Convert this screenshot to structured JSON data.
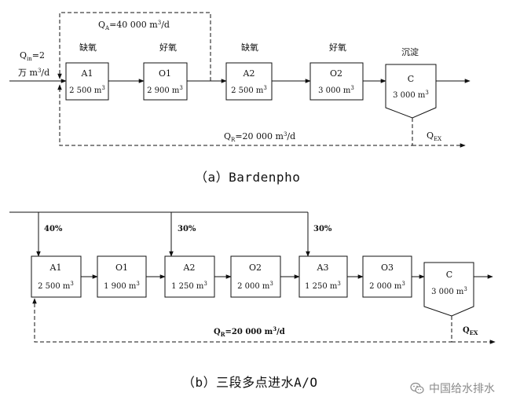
{
  "colors": {
    "line": "#111111",
    "watermark": "#8a8a8a"
  },
  "diagram_a": {
    "caption": "（a）Bardenpho",
    "inflow": {
      "q": "Q",
      "q_sub": "in",
      "value": "=2",
      "unit": "万 m",
      "unit_sup": "3",
      "unit_tail": "/d"
    },
    "internal_recycle": {
      "q": "Q",
      "q_sub": "A",
      "value": "=40 000 m",
      "sup": "3",
      "tail": "/d"
    },
    "sludge_return": {
      "q": "Q",
      "q_sub": "R",
      "value": "=20 000 m",
      "sup": "3",
      "tail": "/d"
    },
    "excess": {
      "q": "Q",
      "q_sub": "EX"
    },
    "zones": [
      "缺氧",
      "好氧",
      "缺氧",
      "好氧",
      "沉淀"
    ],
    "units": [
      {
        "name": "A1",
        "vol": "2 500 m",
        "sup": "3"
      },
      {
        "name": "O1",
        "vol": "2 900 m",
        "sup": "3"
      },
      {
        "name": "A2",
        "vol": "2 500 m",
        "sup": "3"
      },
      {
        "name": "O2",
        "vol": "3 000 m",
        "sup": "3"
      },
      {
        "name": "C",
        "vol": "3 000 m",
        "sup": "3"
      }
    ]
  },
  "diagram_b": {
    "caption": "（b）三段多点进水A/O",
    "splits": [
      "40%",
      "30%",
      "30%"
    ],
    "sludge_return": {
      "q": "Q",
      "q_sub": "R",
      "value": "=20 000 m",
      "sup": "3",
      "tail": "/d"
    },
    "excess": {
      "q": "Q",
      "q_sub": "EX"
    },
    "units": [
      {
        "name": "A1",
        "vol": "2 500 m",
        "sup": "3"
      },
      {
        "name": "O1",
        "vol": "1 900 m",
        "sup": "3"
      },
      {
        "name": "A2",
        "vol": "1 250 m",
        "sup": "3"
      },
      {
        "name": "O2",
        "vol": "2 000 m",
        "sup": "3"
      },
      {
        "name": "A3",
        "vol": "1 250 m",
        "sup": "3"
      },
      {
        "name": "O3",
        "vol": "2 000 m",
        "sup": "3"
      },
      {
        "name": "C",
        "vol": "3 000 m",
        "sup": "3"
      }
    ]
  },
  "watermark": {
    "text": "中国给水排水",
    "icon": "wechat-icon"
  }
}
